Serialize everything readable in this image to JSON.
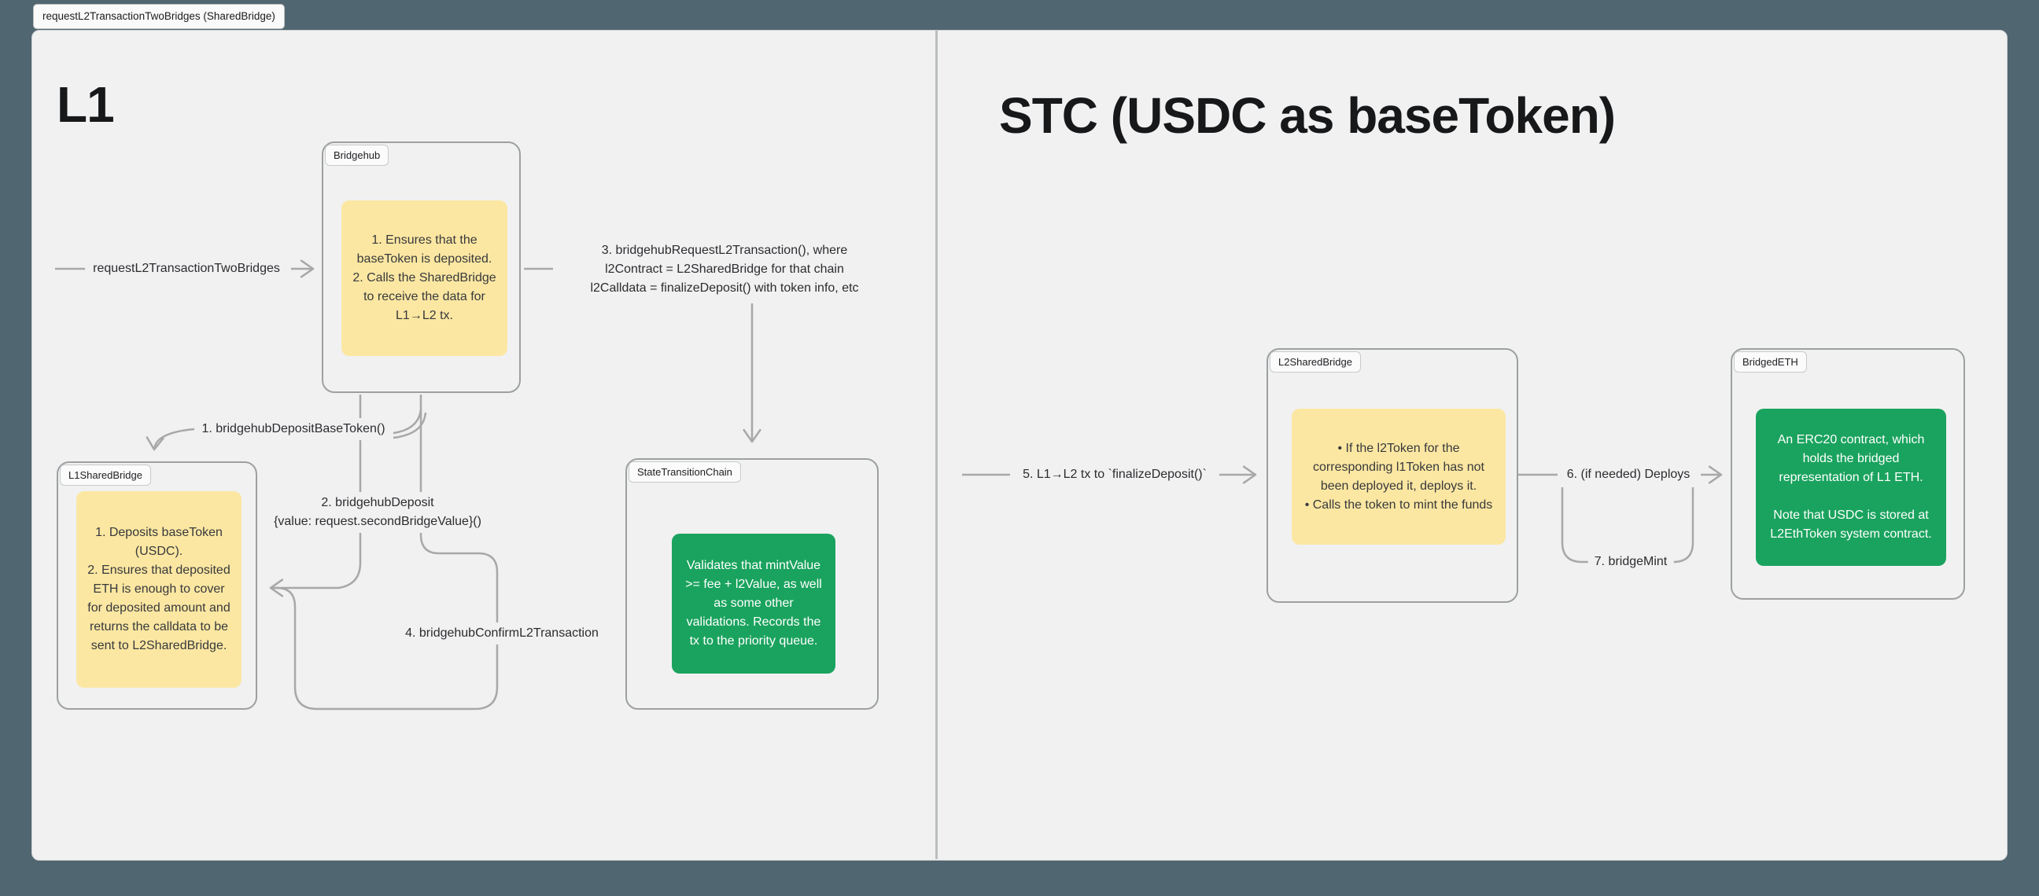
{
  "tab": {
    "label": "requestL2TransactionTwoBridges (SharedBridge)"
  },
  "sections": {
    "l1": {
      "title": "L1"
    },
    "stc": {
      "title": "STC (USDC as baseToken)"
    }
  },
  "nodes": {
    "bridgehub": {
      "label": "Bridgehub",
      "note": "1. Ensures that the baseToken is deposited.\n2. Calls the SharedBridge to receive the data for L1→L2 tx.",
      "note_color": "yellow"
    },
    "l1SharedBridge": {
      "label": "L1SharedBridge",
      "note": "1. Deposits baseToken (USDC).\n2. Ensures that deposited ETH is enough to cover for deposited amount and returns the calldata to be sent to L2SharedBridge.",
      "note_color": "yellow"
    },
    "stateTransitionChain": {
      "label": "StateTransitionChain",
      "note": "Validates that mintValue >= fee + l2Value, as well as some other validations. Records the tx to the priority queue.",
      "note_color": "green"
    },
    "l2SharedBridge": {
      "label": "L2SharedBridge",
      "note": "• If the l2Token for the corresponding l1Token has not been deployed it, deploys it.\n• Calls the token to mint the funds",
      "note_color": "yellow"
    },
    "bridgedETH": {
      "label": "BridgedETH",
      "note": "An ERC20 contract, which holds the bridged representation of L1 ETH.\n\nNote that USDC is stored at L2EthToken system contract.",
      "note_color": "green"
    }
  },
  "edges": {
    "request": {
      "label": "requestL2TransactionTwoBridges"
    },
    "e1": {
      "label": "1. bridgehubDepositBaseToken()"
    },
    "e2": {
      "label": "2. bridgehubDeposit\n{value: request.secondBridgeValue}()"
    },
    "e3": {
      "label": "3. bridgehubRequestL2Transaction(), where\nl2Contract = L2SharedBridge for that chain\nl2Calldata = finalizeDeposit() with token info, etc"
    },
    "e4": {
      "label": "4. bridgehubConfirmL2Transaction"
    },
    "e5": {
      "label": "5. L1→L2 tx to `finalizeDeposit()`"
    },
    "e6": {
      "label": "6. (if needed) Deploys"
    },
    "e7": {
      "label": "7. bridgeMint"
    }
  },
  "colors": {
    "background": "#506670",
    "canvas": "#f1f1f2",
    "note_yellow": "#fbe7a2",
    "note_green": "#1aa35e",
    "connector": "#a8a8a8"
  }
}
